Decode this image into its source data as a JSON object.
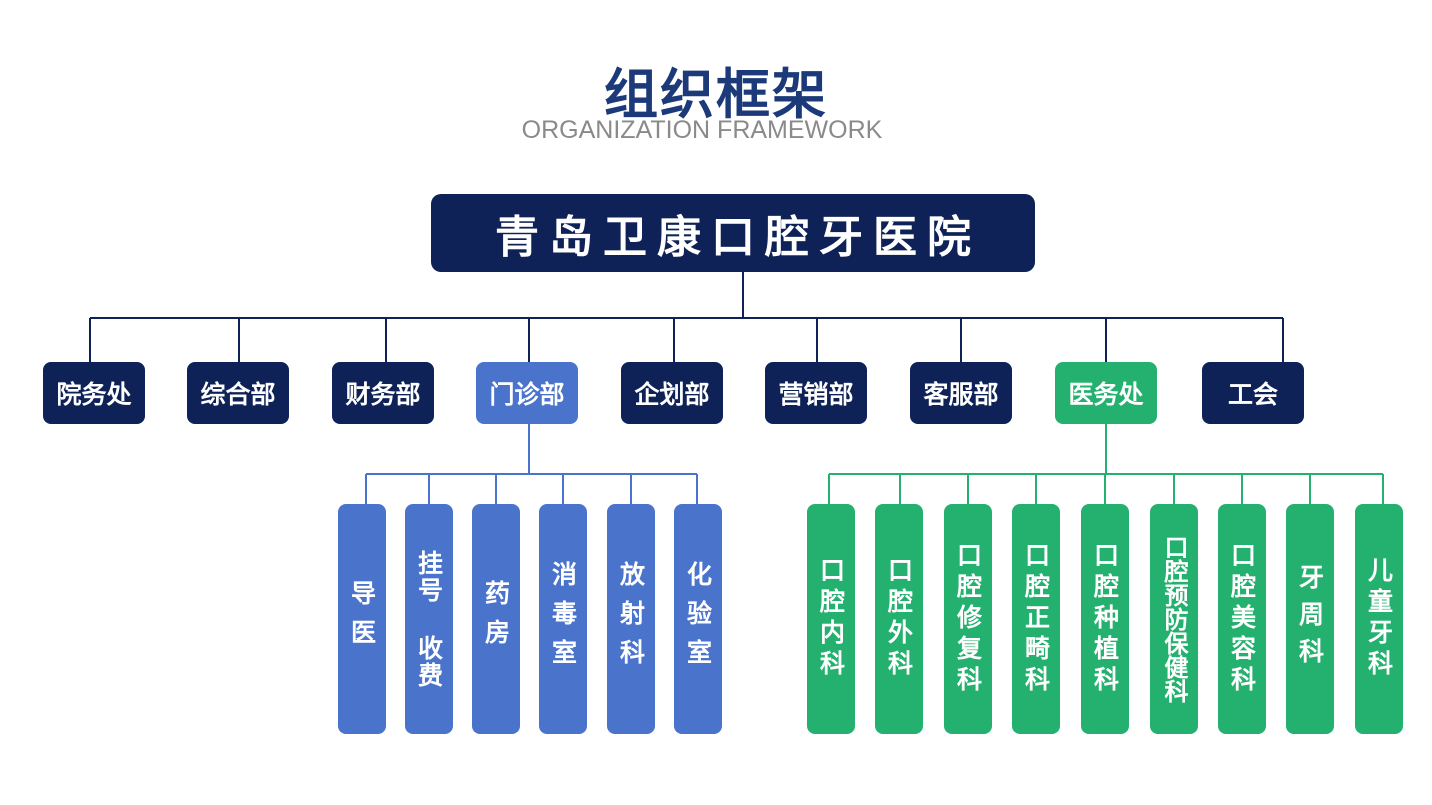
{
  "header": {
    "title": "组织框架",
    "subtitle": "ORGANIZATION FRAMEWORK"
  },
  "root": {
    "label": "青岛卫康口腔牙医院"
  },
  "departments": [
    {
      "label": "院务处"
    },
    {
      "label": "综合部"
    },
    {
      "label": "财务部"
    },
    {
      "label": "门诊部"
    },
    {
      "label": "企划部"
    },
    {
      "label": "营销部"
    },
    {
      "label": "客服部"
    },
    {
      "label": "医务处"
    },
    {
      "label": "工会"
    }
  ],
  "outpatient_units": [
    {
      "label": "导医"
    },
    {
      "label": "挂号 收费"
    },
    {
      "label": "药房"
    },
    {
      "label": "消毒室"
    },
    {
      "label": "放射科"
    },
    {
      "label": "化验室"
    }
  ],
  "medical_units": [
    {
      "label": "口腔内科"
    },
    {
      "label": "口腔外科"
    },
    {
      "label": "口腔修复科"
    },
    {
      "label": "口腔正畸科"
    },
    {
      "label": "口腔种植科"
    },
    {
      "label": "口腔预防保健科"
    },
    {
      "label": "口腔美容科"
    },
    {
      "label": "牙周科"
    },
    {
      "label": "儿童牙科"
    }
  ],
  "colors": {
    "navy": "#0f2257",
    "outpatient_blue": "#4a73cc",
    "medical_green": "#24b06e",
    "title": "#1c3a7a",
    "subtitle": "#8a8a8a"
  }
}
